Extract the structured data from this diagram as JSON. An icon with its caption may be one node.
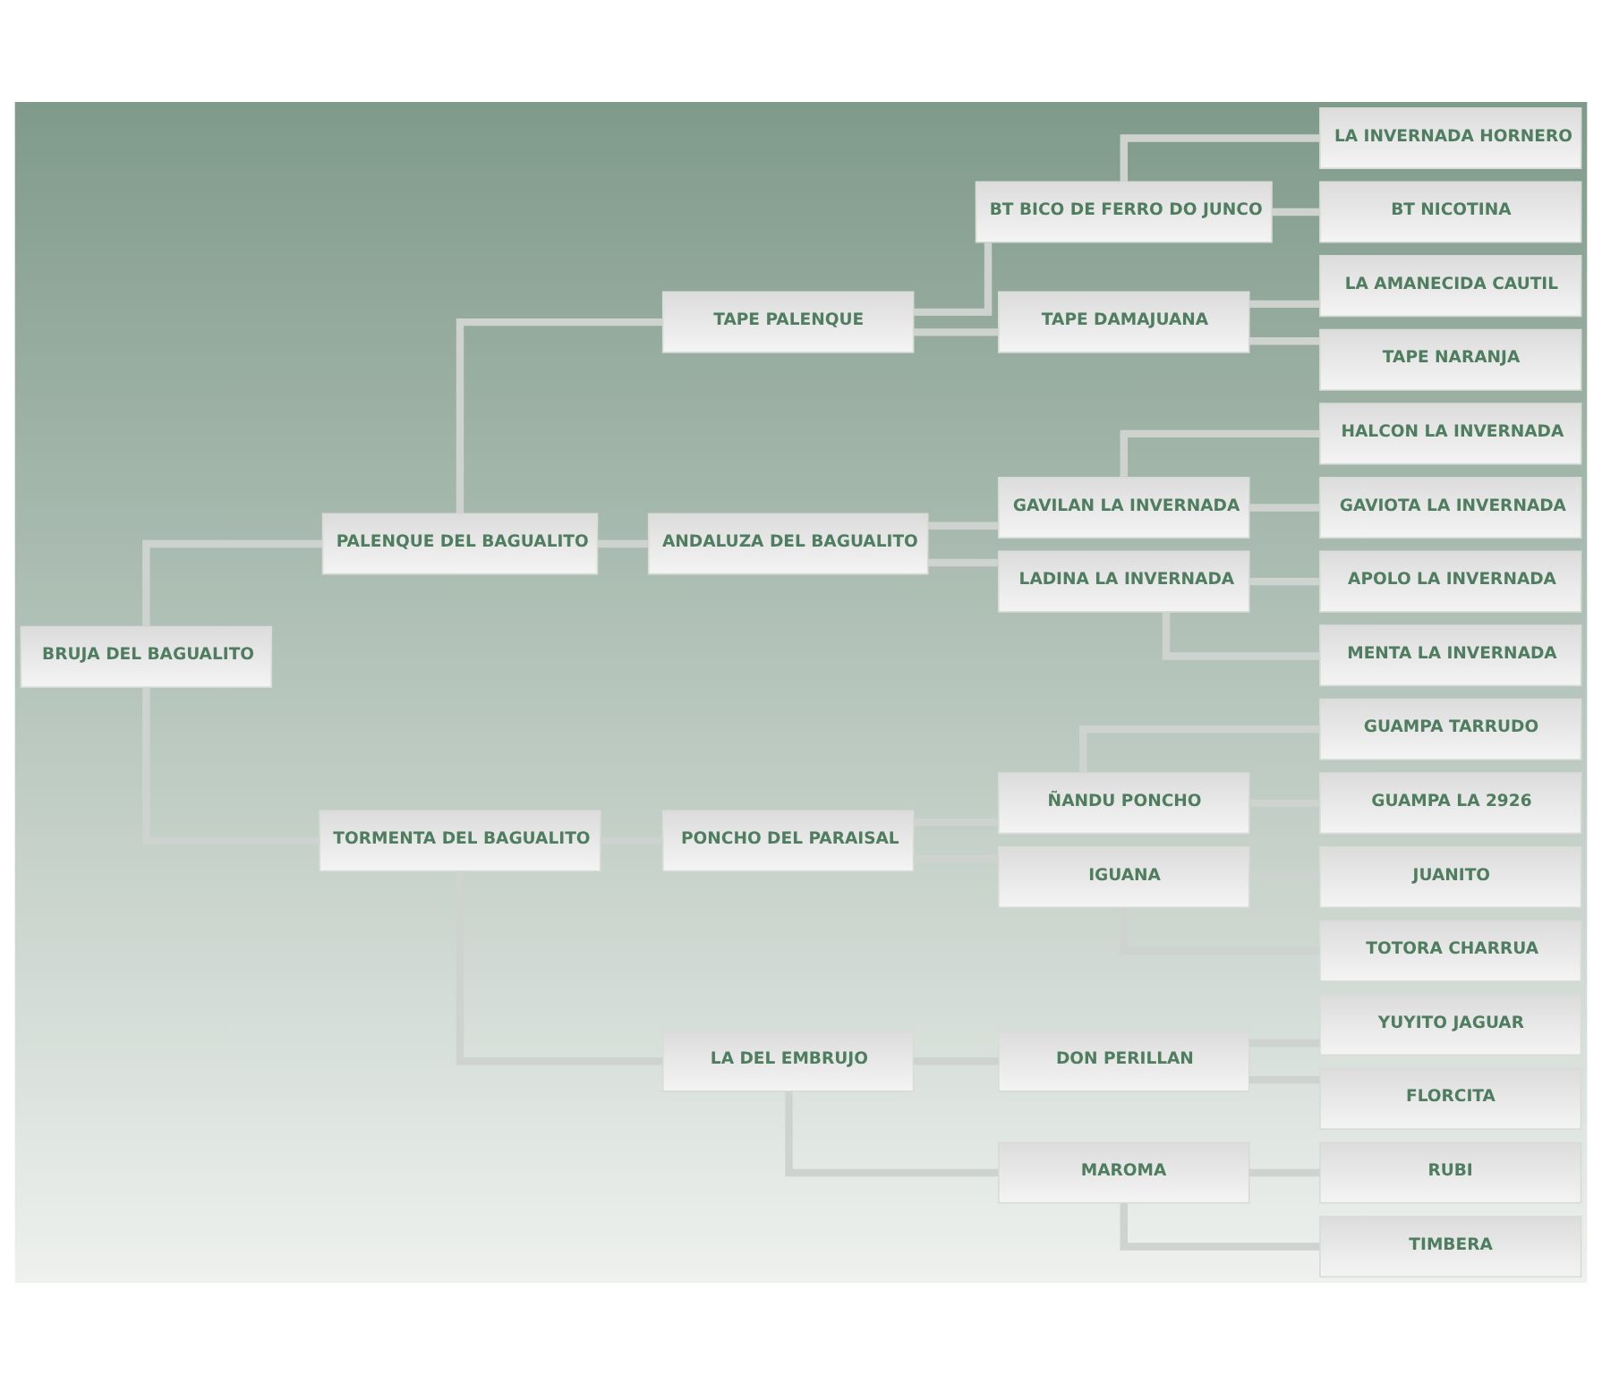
{
  "diagram": {
    "nodes": [
      {
        "text": [
          "BRUJA DEL BAGUALITO"
        ]
      },
      {
        "text": [
          "PALENQUE DEL BAGUALITO"
        ]
      },
      {
        "text": [
          "TAPE PALENQUE"
        ]
      },
      {
        "text": [
          "BT BICO DE FERRO DO JUNCO"
        ]
      },
      {
        "text": [
          "LA INVERNADA HORNERO"
        ]
      },
      {
        "text": [
          "BT NICOTINA"
        ]
      },
      {
        "text": [
          "TAPE DAMAJUANA"
        ]
      },
      {
        "text": [
          "LA AMANECIDA CAUTIL"
        ]
      },
      {
        "text": [
          "TAPE NARANJA"
        ]
      },
      {
        "text": [
          "ANDALUZA DEL BAGUALITO"
        ]
      },
      {
        "text": [
          "GAVILAN LA INVERNADA"
        ]
      },
      {
        "text": [
          "HALCON LA INVERNADA"
        ]
      },
      {
        "text": [
          "GAVIOTA LA INVERNADA"
        ]
      },
      {
        "text": [
          "LADINA LA INVERNADA"
        ]
      },
      {
        "text": [
          "APOLO LA INVERNADA"
        ]
      },
      {
        "text": [
          "MENTA LA INVERNADA"
        ]
      },
      {
        "text": [
          "TORMENTA DEL BAGUALITO"
        ]
      },
      {
        "text": [
          "PONCHO DEL PARAISAL"
        ]
      },
      {
        "text": [
          "ÑANDU PONCHO"
        ]
      },
      {
        "text": [
          "GUAMPA TARRUDO"
        ]
      },
      {
        "text": [
          "GUAMPA LA 2926"
        ]
      },
      {
        "text": [
          "IGUANA"
        ]
      },
      {
        "text": [
          "JUANITO"
        ]
      },
      {
        "text": [
          "TOTORA CHARRUA"
        ]
      },
      {
        "text": [
          "LA DEL EMBRUJO"
        ]
      },
      {
        "text": [
          "DON PERILLAN"
        ]
      },
      {
        "text": [
          "YUYITO JAGUAR"
        ]
      },
      {
        "text": [
          "FLORCITA"
        ]
      },
      {
        "text": [
          "MAROMA"
        ]
      },
      {
        "text": [
          "RUBI"
        ]
      },
      {
        "text": [
          "TIMBERA"
        ]
      }
    ],
    "edges": [
      {
        "from": 0,
        "to": 1,
        "arrow": "none"
      },
      {
        "from": 0,
        "to": 16,
        "arrow": "none"
      },
      {
        "from": 1,
        "to": 2,
        "arrow": "none"
      },
      {
        "from": 1,
        "to": 9,
        "arrow": "none"
      },
      {
        "from": 2,
        "to": 3,
        "arrow": "none"
      },
      {
        "from": 2,
        "to": 6,
        "arrow": "none"
      },
      {
        "from": 3,
        "to": 4,
        "arrow": "none"
      },
      {
        "from": 3,
        "to": 5,
        "arrow": "none"
      },
      {
        "from": 6,
        "to": 7,
        "arrow": "none"
      },
      {
        "from": 6,
        "to": 8,
        "arrow": "none"
      },
      {
        "from": 9,
        "to": 10,
        "arrow": "none"
      },
      {
        "from": 9,
        "to": 13,
        "arrow": "none"
      },
      {
        "from": 10,
        "to": 11,
        "arrow": "none"
      },
      {
        "from": 10,
        "to": 12,
        "arrow": "none"
      },
      {
        "from": 13,
        "to": 14,
        "arrow": "none"
      },
      {
        "from": 13,
        "to": 15,
        "arrow": "none"
      },
      {
        "from": 16,
        "to": 17,
        "arrow": "none"
      },
      {
        "from": 16,
        "to": 24,
        "arrow": "none"
      },
      {
        "from": 17,
        "to": 18,
        "arrow": "none"
      },
      {
        "from": 17,
        "to": 21,
        "arrow": "none"
      },
      {
        "from": 18,
        "to": 19,
        "arrow": "none"
      },
      {
        "from": 18,
        "to": 20,
        "arrow": "none"
      },
      {
        "from": 21,
        "to": 22,
        "arrow": "none"
      },
      {
        "from": 21,
        "to": 23,
        "arrow": "none"
      },
      {
        "from": 24,
        "to": 25,
        "arrow": "none"
      },
      {
        "from": 24,
        "to": 28,
        "arrow": "none"
      },
      {
        "from": 25,
        "to": 26,
        "arrow": "none"
      },
      {
        "from": 25,
        "to": 27,
        "arrow": "none"
      },
      {
        "from": 28,
        "to": 29,
        "arrow": "none"
      },
      {
        "from": 28,
        "to": 30,
        "arrow": "none"
      }
    ]
  }
}
